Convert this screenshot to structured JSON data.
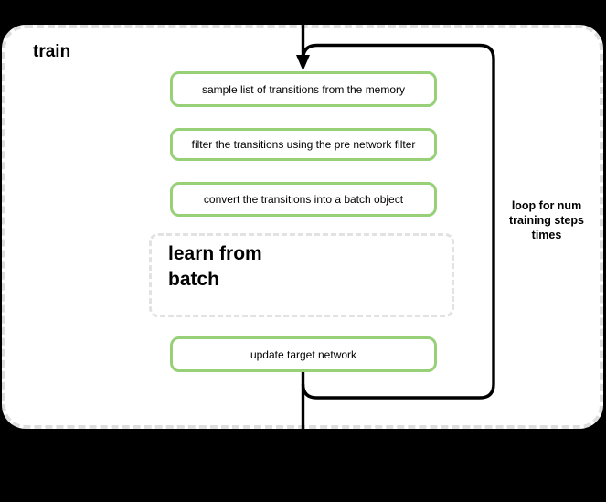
{
  "train": {
    "title": "train"
  },
  "loop": {
    "label": "loop for num\ntraining steps\ntimes"
  },
  "steps": [
    {
      "label": "sample list of transitions from the memory"
    },
    {
      "label": "filter the transitions using the pre network filter"
    },
    {
      "label": "convert the transitions into a batch object"
    }
  ],
  "learn_from_batch": {
    "label": "learn from\nbatch"
  },
  "update_target": {
    "label": "update target network"
  },
  "colors": {
    "background": "#000000",
    "container_fill": "#ffffff",
    "container_border": "#dedede",
    "step_border": "#97d077",
    "learn_border": "#e2e2e2",
    "loop_border": "#000000",
    "text": "#000000"
  }
}
